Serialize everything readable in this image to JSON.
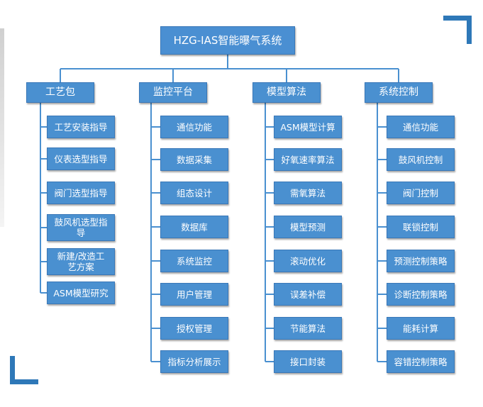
{
  "diagram": {
    "root": "HZG-IAS智能曝气系统",
    "columns": [
      {
        "label": "工艺包",
        "items": [
          "工艺安装指导",
          "仪表选型指导",
          "阀门选型指导",
          "鼓风机选型指\n导",
          "新建/改造工\n艺方案",
          "ASM模型研究"
        ]
      },
      {
        "label": "监控平台",
        "items": [
          "通信功能",
          "数据采集",
          "组态设计",
          "数据库",
          "系统监控",
          "用户管理",
          "授权管理",
          "指标分析展示"
        ]
      },
      {
        "label": "模型算法",
        "items": [
          "ASM模型计算",
          "好氧速率算法",
          "需氧算法",
          "模型预测",
          "滚动优化",
          "误差补偿",
          "节能算法",
          "接口封装"
        ]
      },
      {
        "label": "系统控制",
        "items": [
          "通信功能",
          "鼓风机控制",
          "阀门控制",
          "联锁控制",
          "预测控制策略",
          "诊断控制策略",
          "能耗计算",
          "容错控制策略"
        ]
      }
    ]
  },
  "colors": {
    "box": "#4a90d0",
    "line": "#4a90d0",
    "accent": "#2e78b8"
  }
}
